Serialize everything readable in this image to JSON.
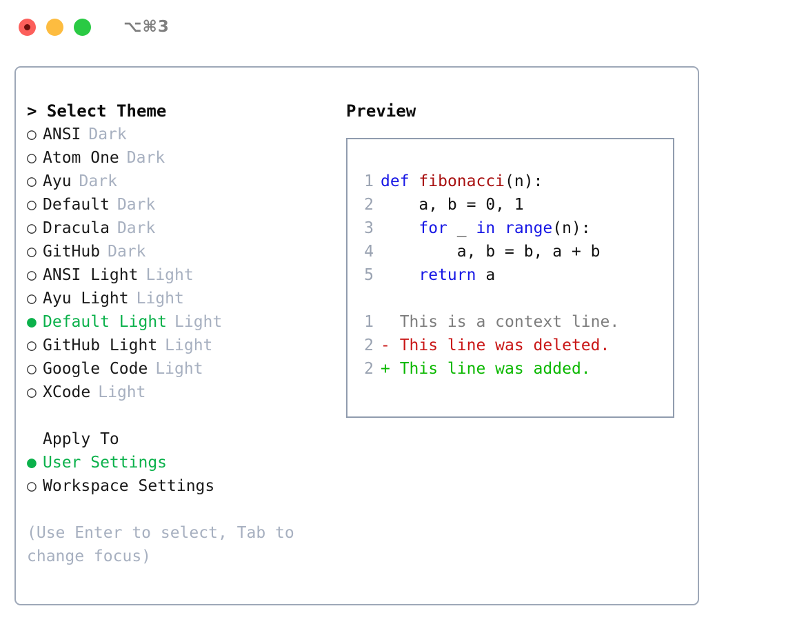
{
  "titlebar": {
    "shortcut": "⌥⌘3",
    "lights": [
      "close-button",
      "minimize-button",
      "maximize-button"
    ]
  },
  "theme_panel": {
    "header": "> Select Theme",
    "items": [
      {
        "marker": "○",
        "label": "ANSI",
        "tag": "Dark",
        "selected": false
      },
      {
        "marker": "○",
        "label": "Atom One",
        "tag": "Dark",
        "selected": false
      },
      {
        "marker": "○",
        "label": "Ayu",
        "tag": "Dark",
        "selected": false
      },
      {
        "marker": "○",
        "label": "Default",
        "tag": "Dark",
        "selected": false
      },
      {
        "marker": "○",
        "label": "Dracula",
        "tag": "Dark",
        "selected": false
      },
      {
        "marker": "○",
        "label": "GitHub",
        "tag": "Dark",
        "selected": false
      },
      {
        "marker": "○",
        "label": "ANSI Light",
        "tag": "Light",
        "selected": false
      },
      {
        "marker": "○",
        "label": "Ayu Light",
        "tag": "Light",
        "selected": false
      },
      {
        "marker": "●",
        "label": "Default Light",
        "tag": "Light",
        "selected": true
      },
      {
        "marker": "○",
        "label": "GitHub Light",
        "tag": "Light",
        "selected": false
      },
      {
        "marker": "○",
        "label": "Google Code",
        "tag": "Light",
        "selected": false
      },
      {
        "marker": "○",
        "label": "XCode",
        "tag": "Light",
        "selected": false
      }
    ]
  },
  "apply_to": {
    "header": "Apply To",
    "items": [
      {
        "marker": "●",
        "label": "User Settings",
        "selected": true
      },
      {
        "marker": "○",
        "label": "Workspace Settings",
        "selected": false
      }
    ]
  },
  "hint": "(Use Enter to select, Tab to change focus)",
  "preview": {
    "title": "Preview",
    "code_lines": [
      {
        "no": "1",
        "tokens": [
          {
            "t": "def",
            "c": "kw"
          },
          {
            "t": " ",
            "c": "plain"
          },
          {
            "t": "fibonacci",
            "c": "fn"
          },
          {
            "t": "(n):",
            "c": "plain"
          }
        ]
      },
      {
        "no": "2",
        "tokens": [
          {
            "t": "    a, b = 0, 1",
            "c": "plain"
          }
        ]
      },
      {
        "no": "3",
        "tokens": [
          {
            "t": "    ",
            "c": "plain"
          },
          {
            "t": "for",
            "c": "kw"
          },
          {
            "t": " _ ",
            "c": "plain"
          },
          {
            "t": "in",
            "c": "kw"
          },
          {
            "t": " ",
            "c": "plain"
          },
          {
            "t": "range",
            "c": "kw"
          },
          {
            "t": "(n):",
            "c": "plain"
          }
        ]
      },
      {
        "no": "4",
        "tokens": [
          {
            "t": "        a, b = b, a + b",
            "c": "plain"
          }
        ]
      },
      {
        "no": "5",
        "tokens": [
          {
            "t": "    ",
            "c": "plain"
          },
          {
            "t": "return",
            "c": "kw"
          },
          {
            "t": " a",
            "c": "plain"
          }
        ]
      }
    ],
    "diff_lines": [
      {
        "no": "1",
        "text": "  This is a context line.",
        "c": "ctx"
      },
      {
        "no": "2",
        "text": "- This line was deleted.",
        "c": "del"
      },
      {
        "no": "2",
        "text": "+ This line was added.",
        "c": "add"
      }
    ]
  },
  "colors": {
    "accent_green": "#0BB14B",
    "muted": "#A7B0C0",
    "border": "#9EA8B8",
    "keyword_blue": "#1717E5",
    "function_red": "#A81010",
    "diff_deleted": "#C91717",
    "diff_added": "#0BB800"
  }
}
